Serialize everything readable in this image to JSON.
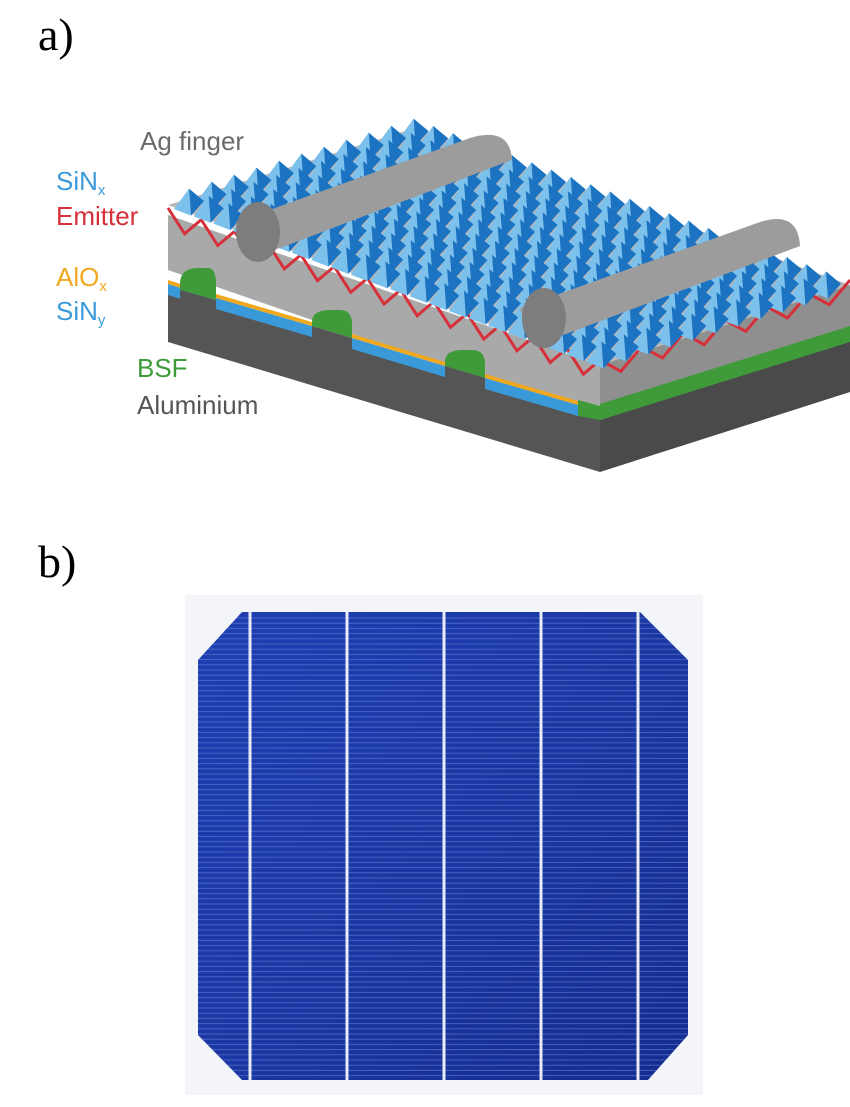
{
  "panels": {
    "a": {
      "label": "a)"
    },
    "b": {
      "label": "b)"
    }
  },
  "diagram": {
    "layers": [
      {
        "key": "ag_finger",
        "text": "Ag finger",
        "sub": "",
        "color": "#6b6b6b"
      },
      {
        "key": "sinx",
        "text": "SiN",
        "sub": "x",
        "color": "#3a9ad9"
      },
      {
        "key": "emitter",
        "text": "Emitter",
        "sub": "",
        "color": "#d6303a"
      },
      {
        "key": "alox",
        "text": "AlO",
        "sub": "x",
        "color": "#f0a81e"
      },
      {
        "key": "siny",
        "text": "SiN",
        "sub": "y",
        "color": "#3a9ad9"
      },
      {
        "key": "bsf",
        "text": "BSF",
        "sub": "",
        "color": "#3f9a3a"
      },
      {
        "key": "aluminium",
        "text": "Aluminium",
        "sub": "",
        "color": "#555555"
      }
    ],
    "colors": {
      "silicon_top": "#b8b8b8",
      "silicon_front": "#a9a9a9",
      "silicon_side": "#8f8f8f",
      "aluminium": "#4a4a4a",
      "aluminium_side": "#5c5c5c",
      "pyramid_light": "#7cc0ec",
      "pyramid_dark": "#1c73c2",
      "finger": "#9c9c9c"
    }
  },
  "photo": {
    "busbar_count": 5,
    "colors": {
      "cell": "#1b3aa6",
      "cell_dark": "#0f2480",
      "finger": "#6f86d8",
      "busbar": "#e8ecf6"
    }
  }
}
